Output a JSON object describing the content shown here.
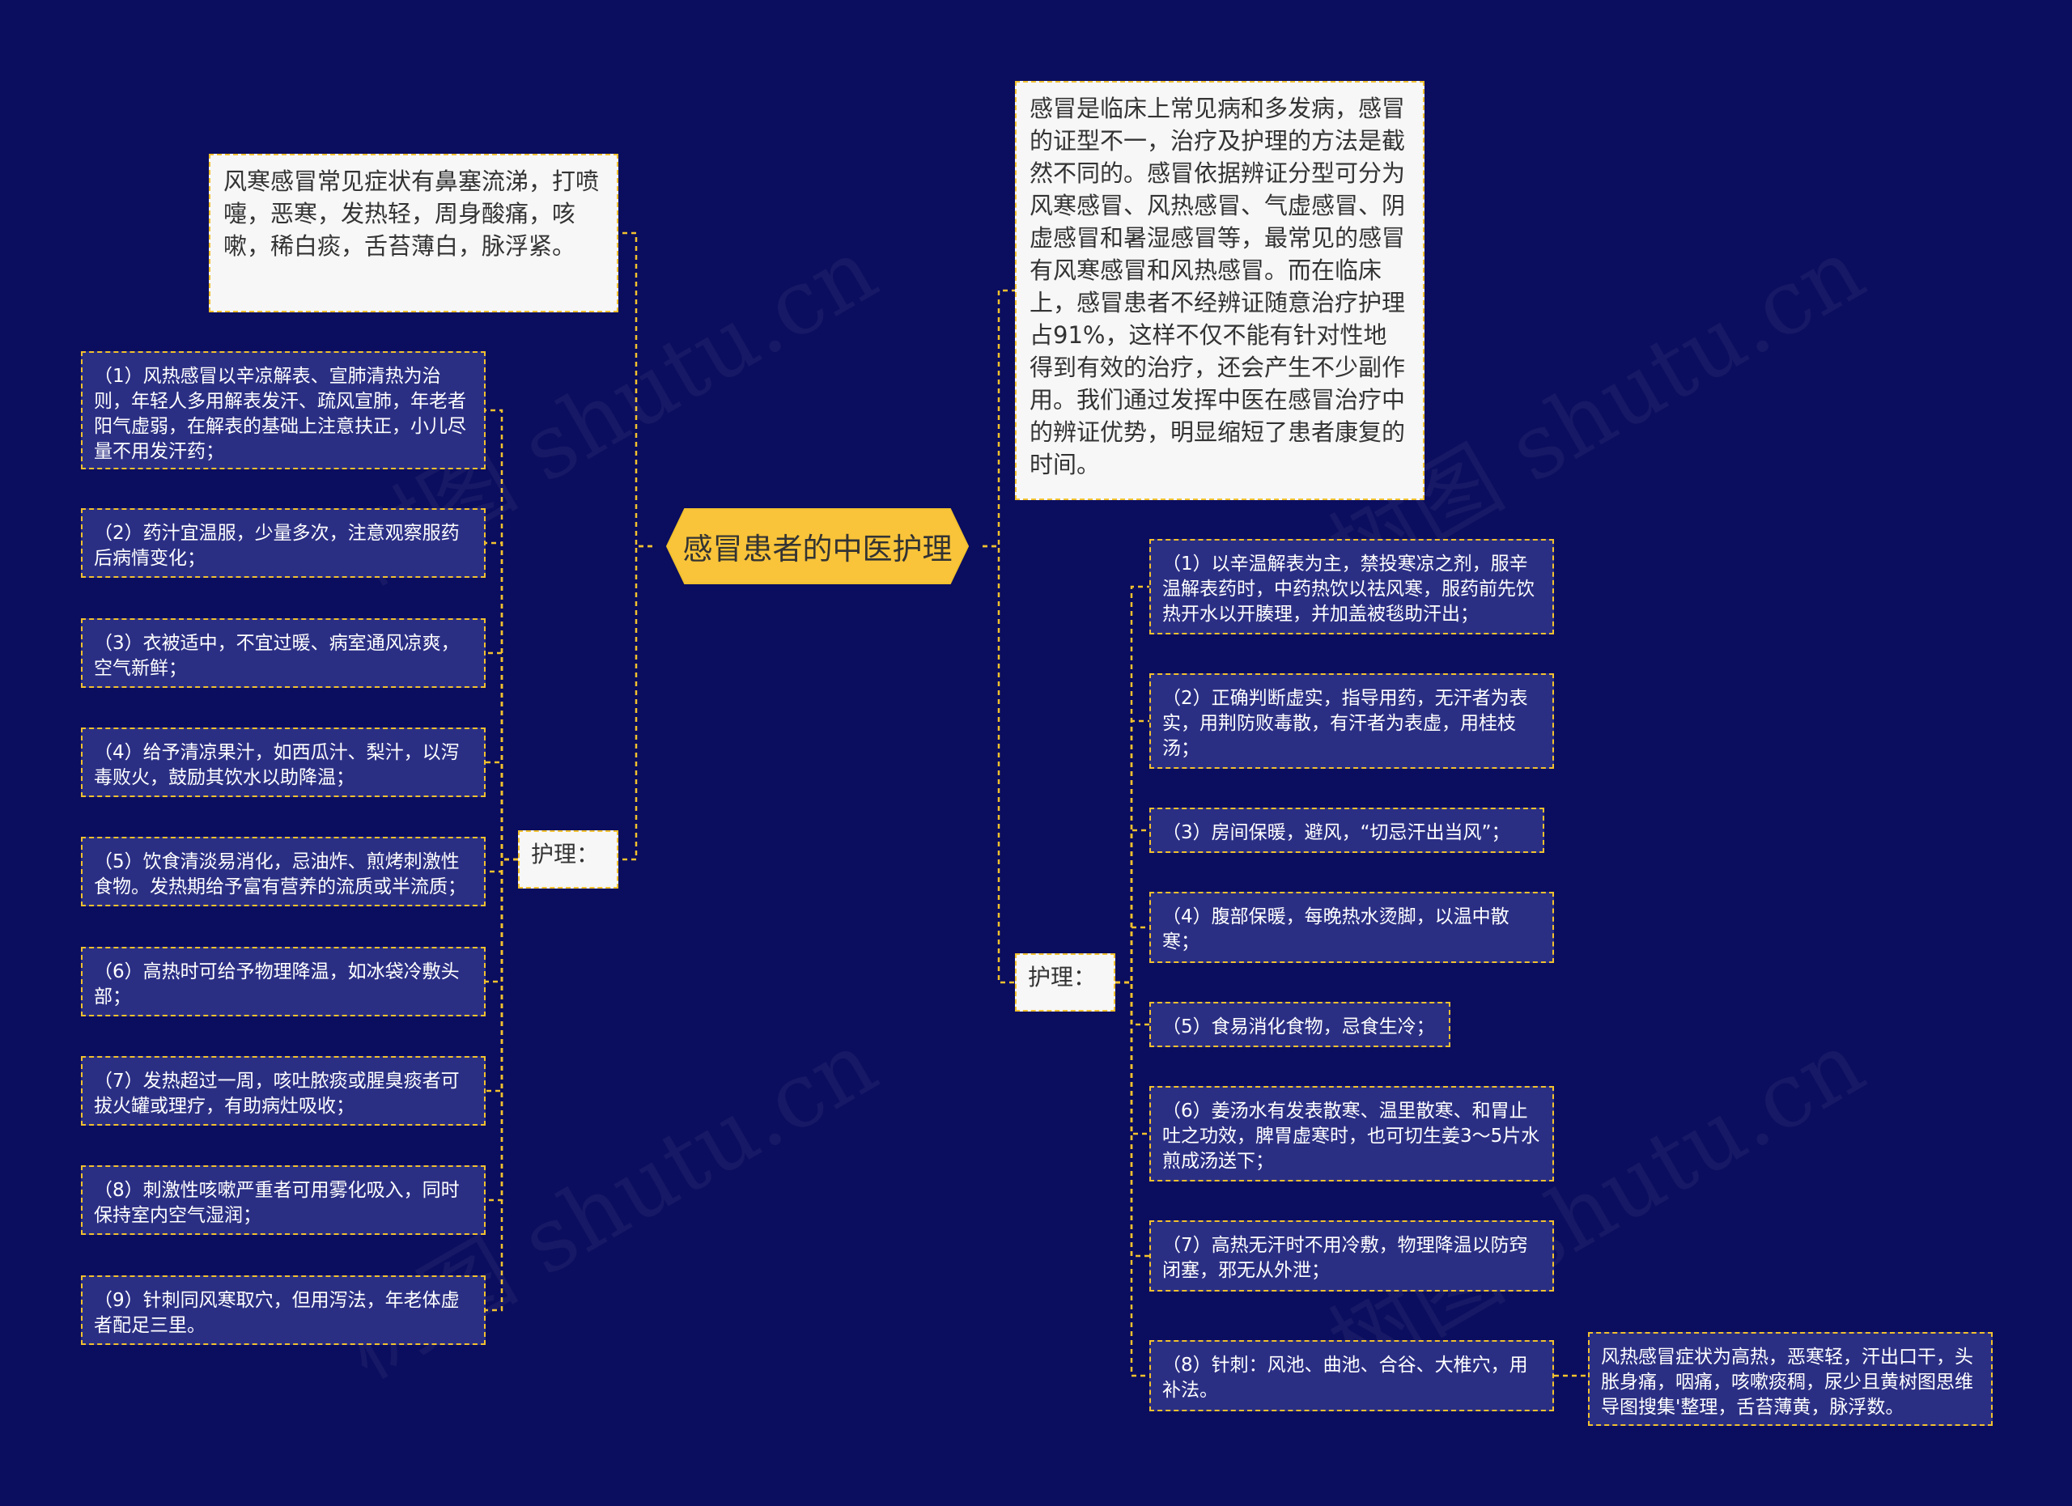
{
  "root": {
    "title": "感冒患者的中医护理"
  },
  "overview": "感冒是临床上常见病和多发病，感冒的证型不一，治疗及护理的方法是截然不同的。感冒依据辨证分型可分为风寒感冒、风热感冒、气虚感冒、阴虚感冒和暑湿感冒等，最常见的感冒有风寒感冒和风热感冒。而在临床上，感冒患者不经辨证随意治疗护理占91%，这样不仅不能有针对性地得到有效的治疗，还会产生不少副作用。我们通过发挥中医在感冒治疗中的辨证优势，明显缩短了患者康复的时间。",
  "left": {
    "symptoms": "风寒感冒常见症状有鼻塞流涕，打喷嚏，恶寒，发热轻，周身酸痛，咳嗽，稀白痰，舌苔薄白，脉浮紧。",
    "care_label": "护理：",
    "care_items": [
      "（1）风热感冒以辛凉解表、宣肺清热为治则，年轻人多用解表发汗、疏风宣肺，年老者阳气虚弱，在解表的基础上注意扶正，小儿尽量不用发汗药；",
      "（2）药汁宜温服，少量多次，注意观察服药后病情变化；",
      "（3）衣被适中，不宜过暖、病室通风凉爽，空气新鲜；",
      "（4）给予清凉果汁，如西瓜汁、梨汁，以泻毒败火，鼓励其饮水以助降温；",
      "（5）饮食清淡易消化，忌油炸、煎烤刺激性食物。发热期给予富有营养的流质或半流质；",
      "（6）高热时可给予物理降温，如冰袋冷敷头部；",
      "（7）发热超过一周，咳吐脓痰或腥臭痰者可拔火罐或理疗，有助病灶吸收；",
      "（8）刺激性咳嗽严重者可用雾化吸入，同时保持室内空气湿润；",
      "（9）针刺同风寒取穴，但用泻法，年老体虚者配足三里。"
    ]
  },
  "right": {
    "care_label": "护理：",
    "care_items": [
      "（1）以辛温解表为主，禁投寒凉之剂，服辛温解表药时，中药热饮以祛风寒，服药前先饮热开水以开腠理，并加盖被毯助汗出；",
      "（2）正确判断虚实，指导用药，无汗者为表实，用荆防败毒散，有汗者为表虚，用桂枝汤；",
      "（3）房间保暖，避风，“切忌汗出当风”；",
      "（4）腹部保暖，每晚热水烫脚，以温中散寒；",
      "（5）食易消化食物，忌食生冷；",
      "（6）姜汤水有发表散寒、温里散寒、和胃止吐之功效，脾胃虚寒时，也可切生姜3～5片水煎成汤送下；",
      "（7）高热无汗时不用冷敷，物理降温以防窍闭塞，邪无从外泄；",
      "（8）针刺：风池、曲池、合谷、大椎穴，用补法。"
    ],
    "symptoms": "风热感冒症状为高热，恶寒轻，汗出口干，头胀身痛，咽痛，咳嗽痰稠，尿少且黄树图思维导图搜集'整理，舌苔薄黄，脉浮数。"
  },
  "watermark": "树图 shutu.cn",
  "colors": {
    "background": "#0b0d5e",
    "accent": "#f2c12e",
    "node_fill": "#2b2f84",
    "light_fill": "#f7f7f7"
  }
}
